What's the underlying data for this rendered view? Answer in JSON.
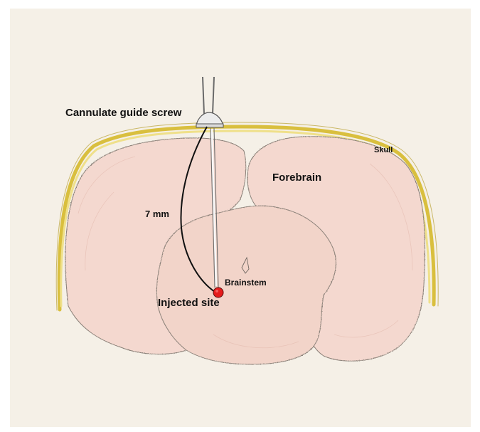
{
  "labels": {
    "screw": "Cannulate guide screw",
    "skull": "Skull",
    "forebrain": "Forebrain",
    "distance": "7 mm",
    "brainstem": "Brainstem",
    "injected": "Injected site"
  },
  "colors": {
    "paper": "#f5f0e7",
    "brain_fill": "#f4d8cf",
    "brain_outline": "#8a8078",
    "skull": "#e0c84a",
    "injection_dot": "#e51c1c"
  },
  "icons": {
    "screw": "cannula-screw-icon",
    "injection": "injection-site-dot-icon"
  }
}
